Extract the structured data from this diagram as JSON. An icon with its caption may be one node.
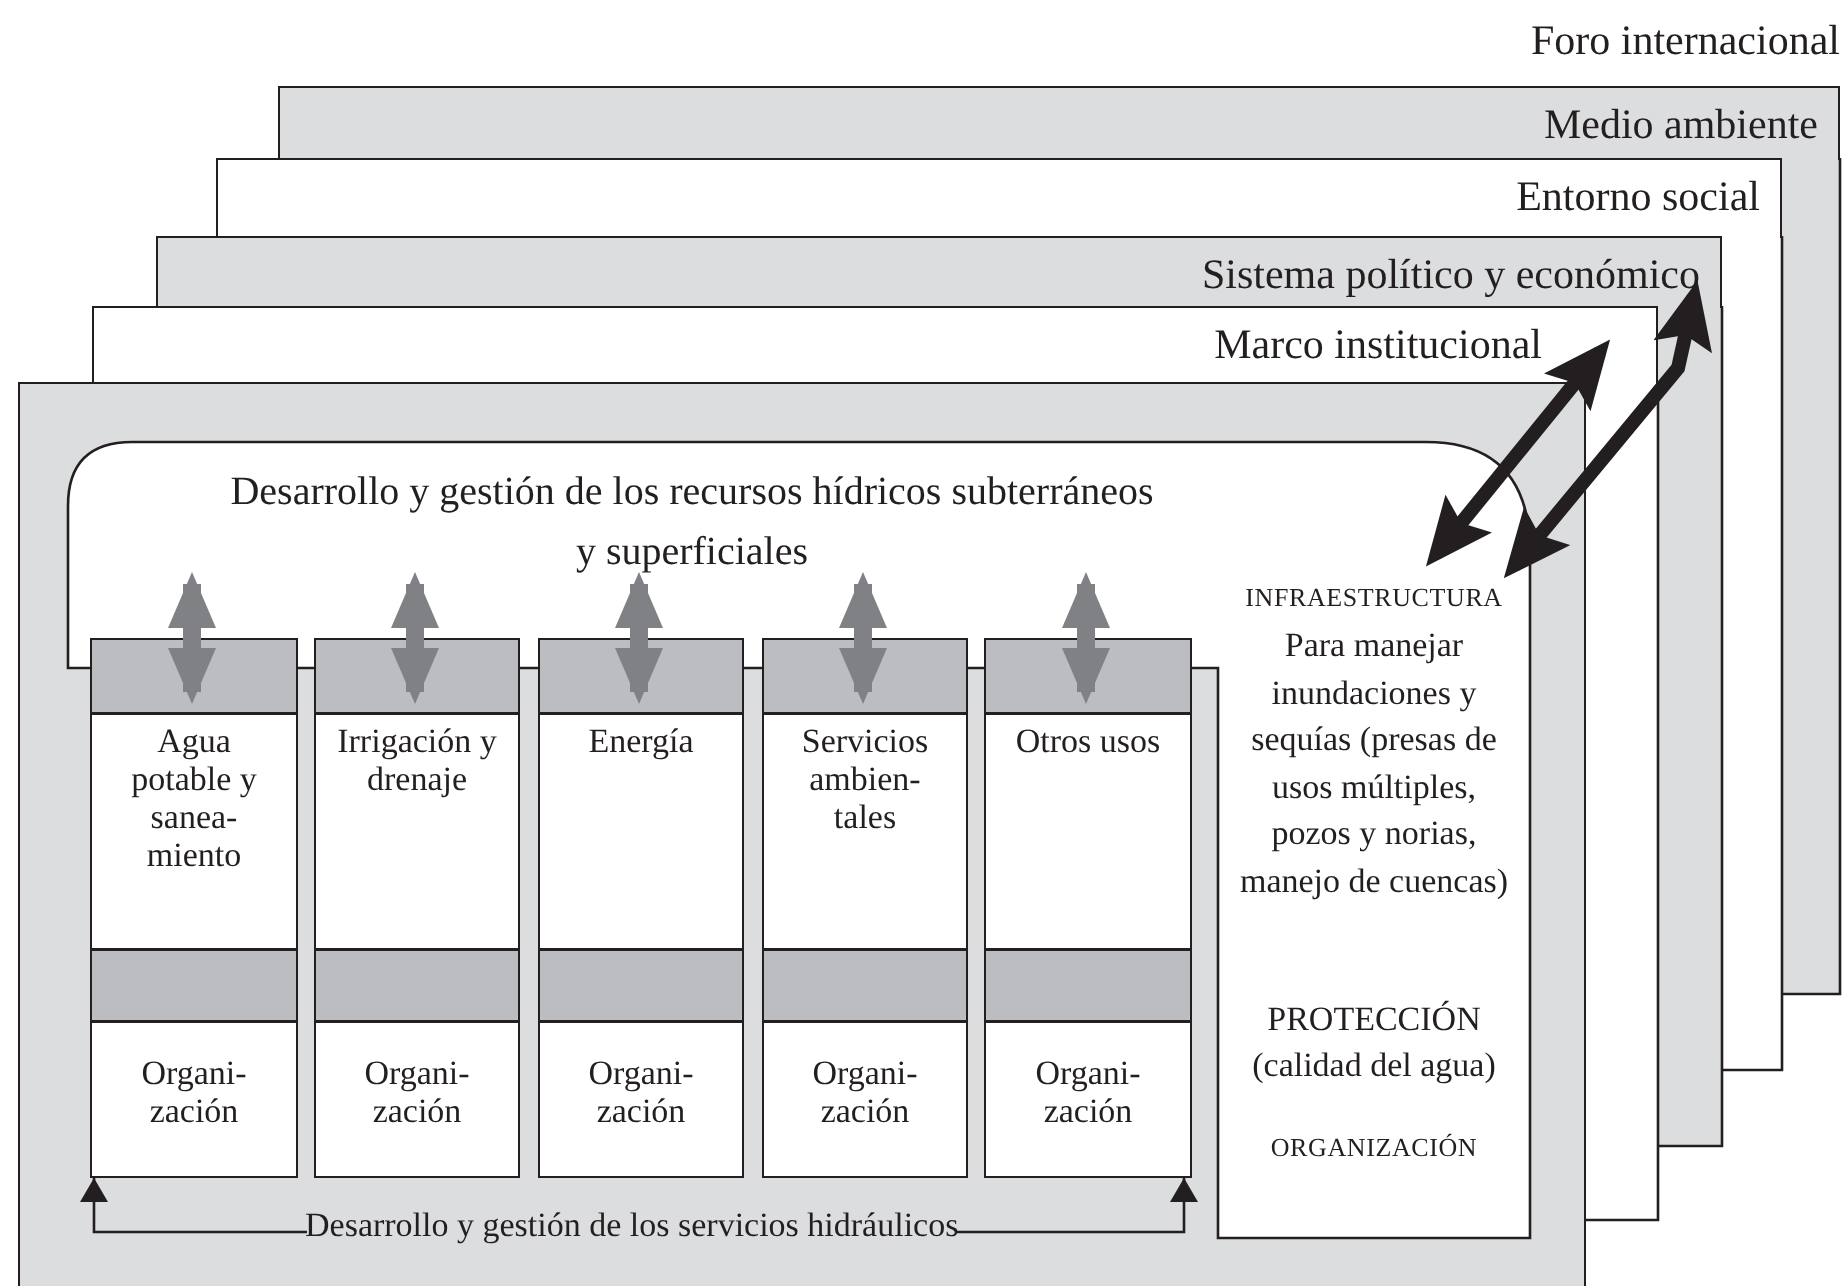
{
  "diagram": {
    "nodes": [
      {
        "text": [
          "Medio ambiente"
        ]
      },
      {
        "text": [
          "Entorno social"
        ]
      },
      {
        "text": [
          "Sistema político y económico"
        ]
      },
      {
        "text": [
          "Marco institucional"
        ]
      },
      {
        "text": [],
        "shape": "box"
      },
      {
        "text": [
          "Desarrollo y gestión de los recursos hídricos subterráneos y superficiales",
          "INFRAESTRUCTURA",
          "Para manejar inundaciones y sequías (presas de usos múltiples, pozos y norias, manejo de cuencas)",
          "PROTECCIÓN (calidad del agua)",
          "ORGANIZACIÓN"
        ],
        "in": 4
      },
      {
        "text": [
          "Agua potable y sanea- miento",
          "Organi- zación"
        ],
        "in": 4
      },
      {
        "text": [
          "Irrigación y drenaje",
          "Organi- zación"
        ],
        "in": 4
      },
      {
        "text": [
          "Energía",
          "Organi- zación"
        ],
        "in": 4
      },
      {
        "text": [
          "Servicios ambien- tales",
          "Organi- zación"
        ],
        "in": 4
      },
      {
        "text": [
          "Otros usos",
          "Organi- zación"
        ],
        "in": 4
      },
      {
        "text": [
          "Desarrollo y gestión de los servicios hidráulicos"
        ],
        "in": 4
      }
    ],
    "edges": [
      {
        "from": 5,
        "to": 3,
        "arrow": "both",
        "color": "#231f20"
      },
      {
        "from": 5,
        "to": 2,
        "arrow": "both",
        "color": "#231f20"
      },
      {
        "from": 5,
        "to": 6,
        "arrow": "both"
      },
      {
        "from": 5,
        "to": 7,
        "arrow": "both"
      },
      {
        "from": 5,
        "to": 8,
        "arrow": "both"
      },
      {
        "from": 5,
        "to": 9,
        "arrow": "both"
      },
      {
        "from": 5,
        "to": 10,
        "arrow": "both"
      },
      {
        "from": 11,
        "to": 6,
        "arrow": "to",
        "color": "#231f20"
      },
      {
        "from": 11,
        "to": 10,
        "arrow": "to",
        "color": "#231f20"
      }
    ],
    "labels": [
      "Foro internacional"
    ]
  }
}
